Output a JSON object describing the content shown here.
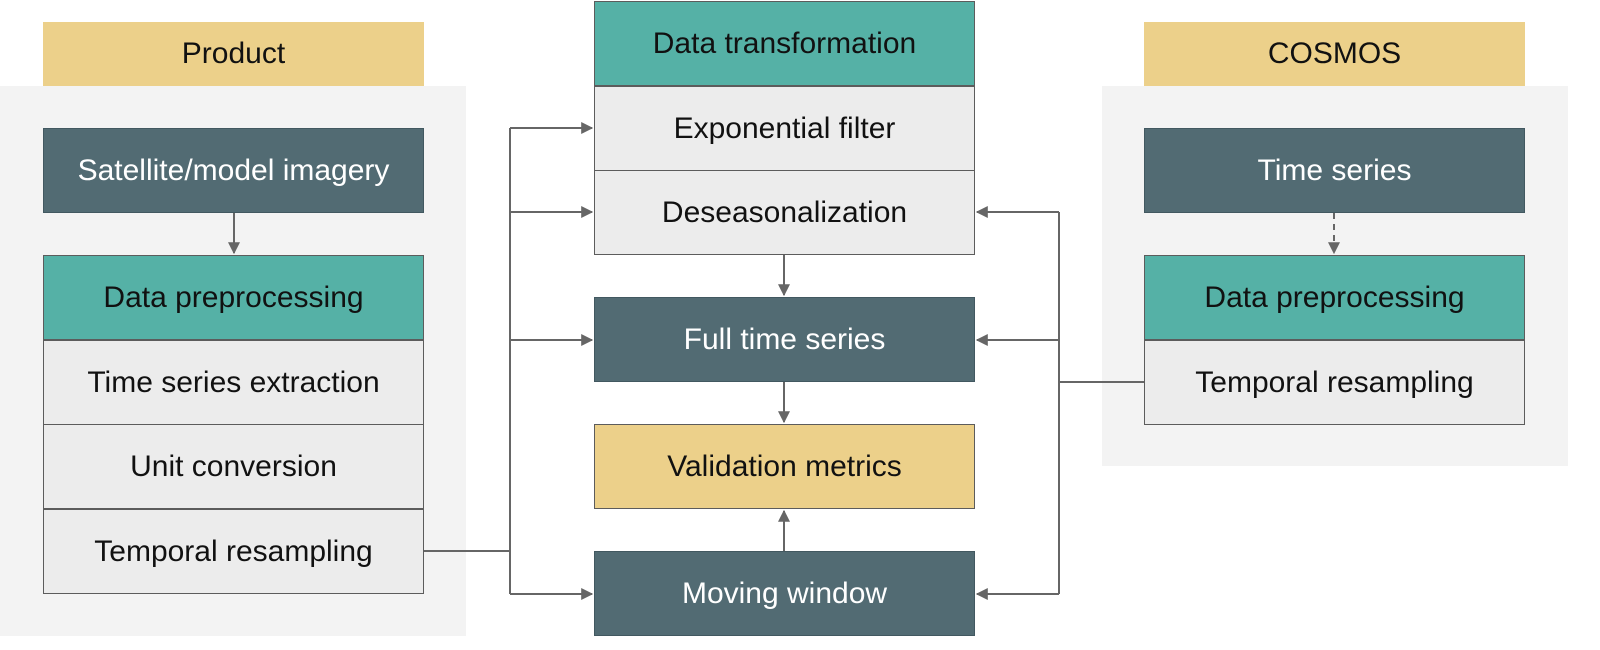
{
  "left": {
    "header": "Product",
    "source": "Satellite/model imagery",
    "preprocessing_title": "Data preprocessing",
    "steps": [
      "Time series extraction",
      "Unit conversion",
      "Temporal resampling"
    ]
  },
  "center": {
    "transformation_title": "Data transformation",
    "transform_steps": [
      "Exponential filter",
      "Deseasonalization"
    ],
    "full_series": "Full time series",
    "metrics": "Validation metrics",
    "moving_window": "Moving window"
  },
  "right": {
    "header": "COSMOS",
    "source": "Time series",
    "preprocessing_title": "Data preprocessing",
    "steps": [
      "Temporal resampling"
    ]
  },
  "colors": {
    "header_yellow": "#ecd08a",
    "dark_slate": "#526b73",
    "teal": "#55b1a6",
    "light_gray": "#ececec",
    "panel_gray": "#f3f3f3",
    "connector": "#666666"
  }
}
